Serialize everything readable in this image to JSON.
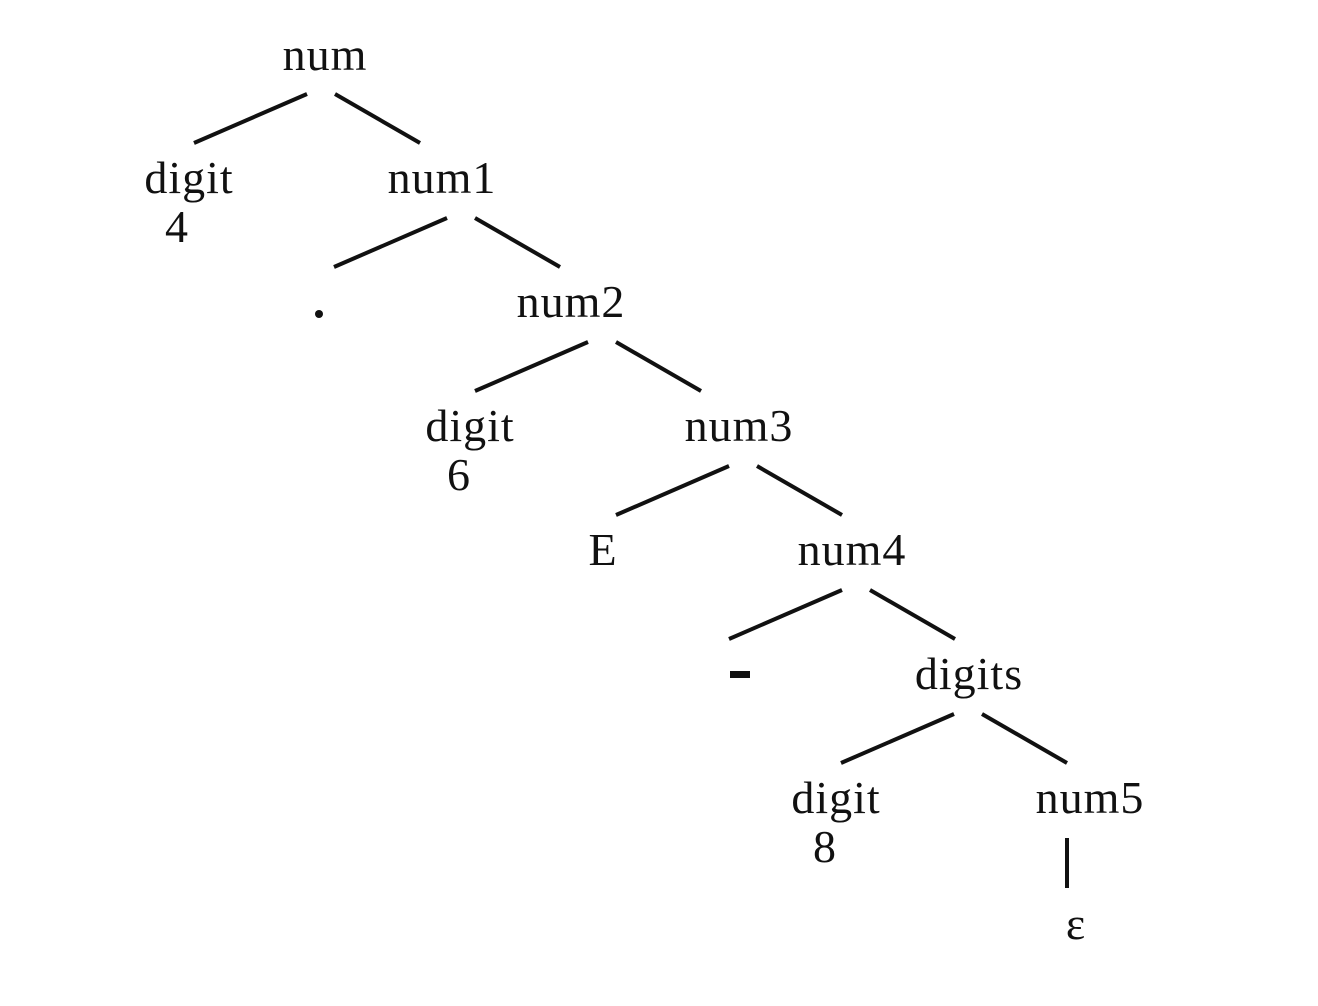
{
  "nodes": {
    "num": "num",
    "digit_a": "digit",
    "digit_a_val": "4",
    "num1": "num1",
    "dot": ".",
    "num2": "num2",
    "digit_b": "digit",
    "digit_b_val": "6",
    "num3": "num3",
    "e": "E",
    "num4": "num4",
    "minus": "-",
    "digits": "digits",
    "digit_c": "digit",
    "digit_c_val": "8",
    "num5": "num5",
    "epsilon": "ε"
  },
  "colors": {
    "ink": "#111111",
    "background": "#ffffff"
  }
}
